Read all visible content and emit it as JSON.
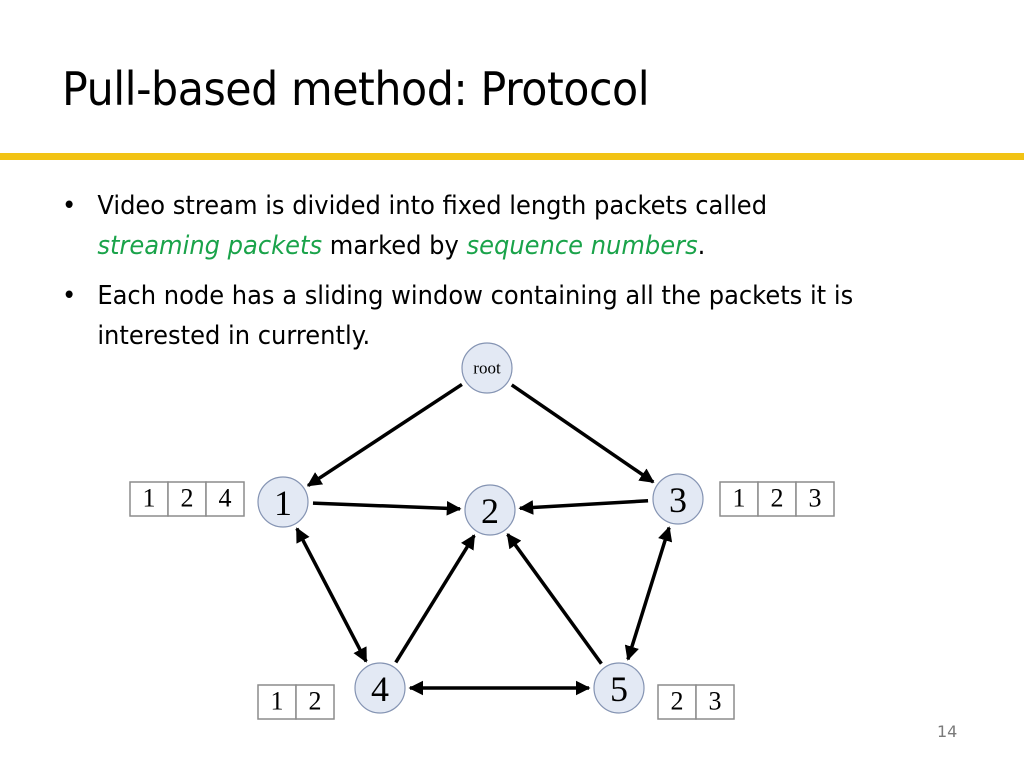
{
  "slide": {
    "title": "Pull-based method: Protocol",
    "bullets": [
      {
        "marker": "•",
        "line1": "Video stream is divided into fixed length packets called",
        "em1": "streaming packets",
        "mid": " marked by ",
        "em2": "sequence numbers",
        "end": "."
      },
      {
        "marker": "•",
        "line1": "Each node has a sliding window containing all the packets it is",
        "line2": "interested in currently."
      }
    ],
    "page_number": "14",
    "accent_color": "#f2c314",
    "emphasis_color": "#1aa34a"
  },
  "diagram": {
    "nodes": [
      {
        "id": "root",
        "label": "root"
      },
      {
        "id": "n1",
        "label": "1"
      },
      {
        "id": "n2",
        "label": "2"
      },
      {
        "id": "n3",
        "label": "3"
      },
      {
        "id": "n4",
        "label": "4"
      },
      {
        "id": "n5",
        "label": "5"
      }
    ],
    "edges": [
      {
        "from": "root",
        "to": "n1",
        "direction": "forward"
      },
      {
        "from": "root",
        "to": "n3",
        "direction": "forward"
      },
      {
        "from": "n1",
        "to": "n2",
        "direction": "forward"
      },
      {
        "from": "n3",
        "to": "n2",
        "direction": "forward"
      },
      {
        "from": "n1",
        "to": "n4",
        "direction": "both"
      },
      {
        "from": "n4",
        "to": "n2",
        "direction": "forward"
      },
      {
        "from": "n5",
        "to": "n2",
        "direction": "forward"
      },
      {
        "from": "n3",
        "to": "n5",
        "direction": "both"
      },
      {
        "from": "n4",
        "to": "n5",
        "direction": "both"
      }
    ],
    "windows": [
      {
        "node": "n1",
        "packets": [
          "1",
          "2",
          "4"
        ]
      },
      {
        "node": "n3",
        "packets": [
          "1",
          "2",
          "3"
        ]
      },
      {
        "node": "n4",
        "packets": [
          "1",
          "2"
        ]
      },
      {
        "node": "n5",
        "packets": [
          "2",
          "3"
        ]
      }
    ]
  }
}
